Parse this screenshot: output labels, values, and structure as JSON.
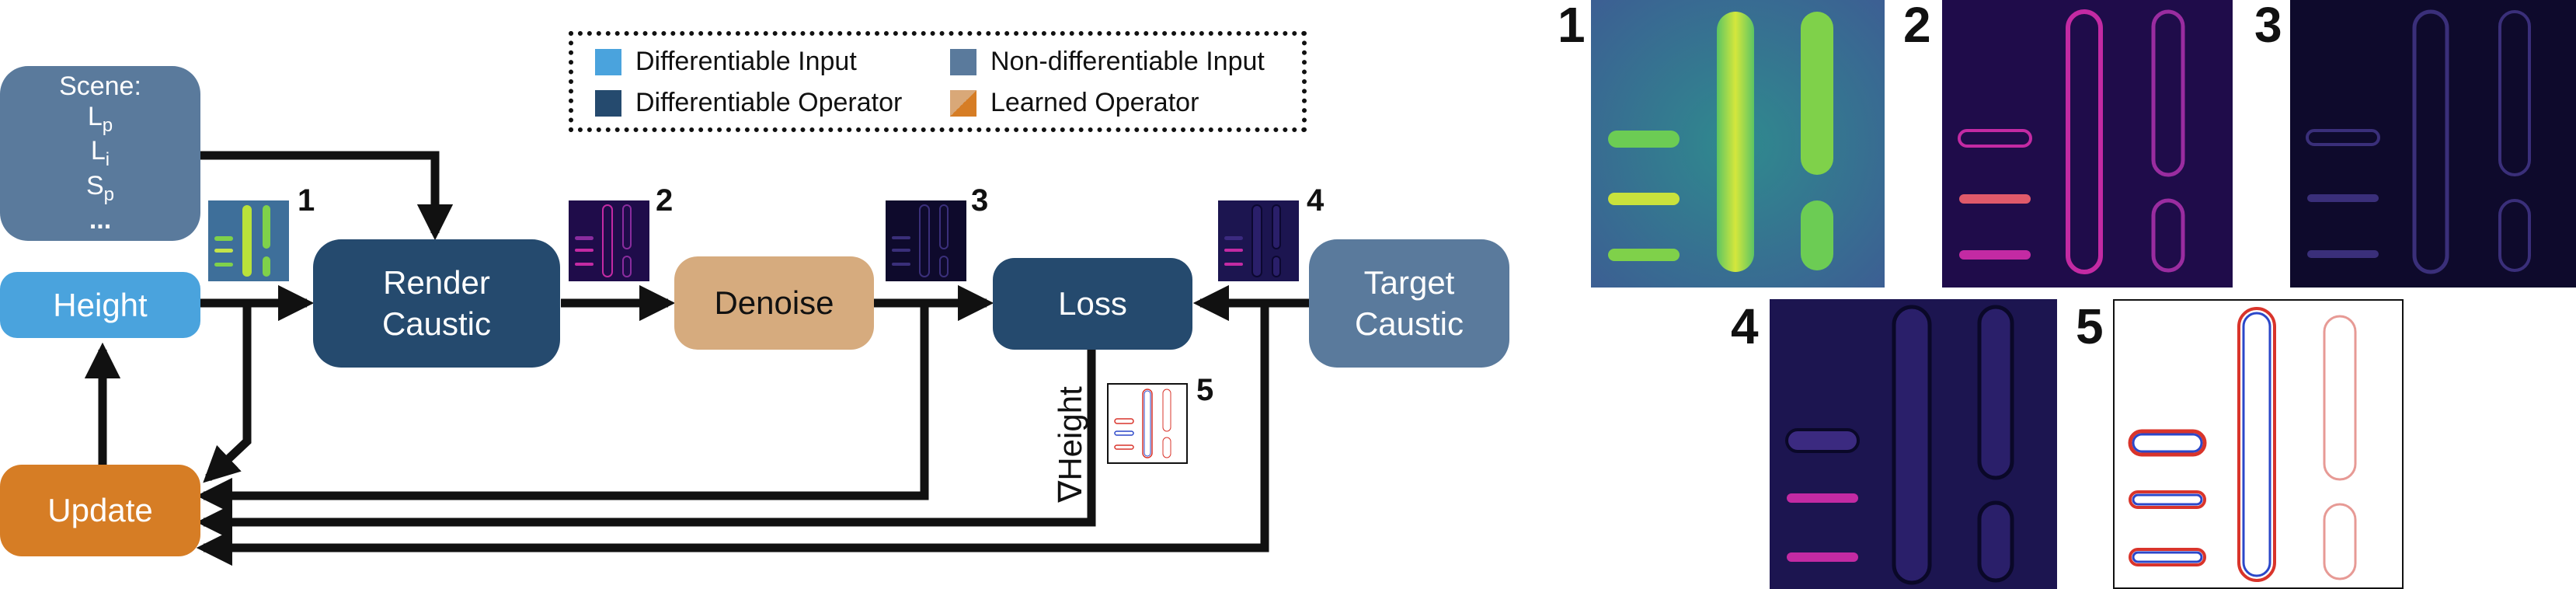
{
  "legend": {
    "items": [
      {
        "label": "Differentiable Input",
        "color": "#4aa3dd"
      },
      {
        "label": "Non-differentiable Input",
        "color": "#5a7a9c"
      },
      {
        "label": "Differentiable Operator",
        "color": "#254a6e"
      },
      {
        "label": "Learned Operator",
        "color_a": "#d9a878",
        "color_b": "#d67d25"
      }
    ]
  },
  "nodes": {
    "scene": {
      "title": "Scene:",
      "lines": [
        "L",
        "L",
        "S"
      ],
      "subs": [
        "p",
        "i",
        "p"
      ],
      "ellipsis": "...",
      "color": "#5a7a9c"
    },
    "height": {
      "label": "Height",
      "color": "#4aa3dd"
    },
    "render": {
      "line1": "Render",
      "line2": "Caustic",
      "color": "#254a6e"
    },
    "denoise": {
      "label": "Denoise",
      "color": "#d6ab7e",
      "text_color": "#111111"
    },
    "loss": {
      "label": "Loss",
      "color": "#254a6e"
    },
    "target": {
      "line1": "Target",
      "line2": "Caustic",
      "color": "#5a7a9c"
    },
    "update": {
      "label": "Update",
      "color": "#d67d25"
    }
  },
  "gradient_label": "∇Height",
  "markers": [
    "1",
    "2",
    "3",
    "4",
    "5"
  ],
  "panels": {
    "colors": {
      "viridis_bg": "#3e6f9a",
      "viridis_bar": "#b9e23a",
      "plasma_bg": "#1f0c4a",
      "plasma_edge": "#c32aa3",
      "dark_bg": "#0e0a2c",
      "dark_edge": "#3a2f7a",
      "diff_bg": "#ffffff",
      "diff_red": "#d9342b",
      "diff_blue": "#2b47c9"
    }
  }
}
